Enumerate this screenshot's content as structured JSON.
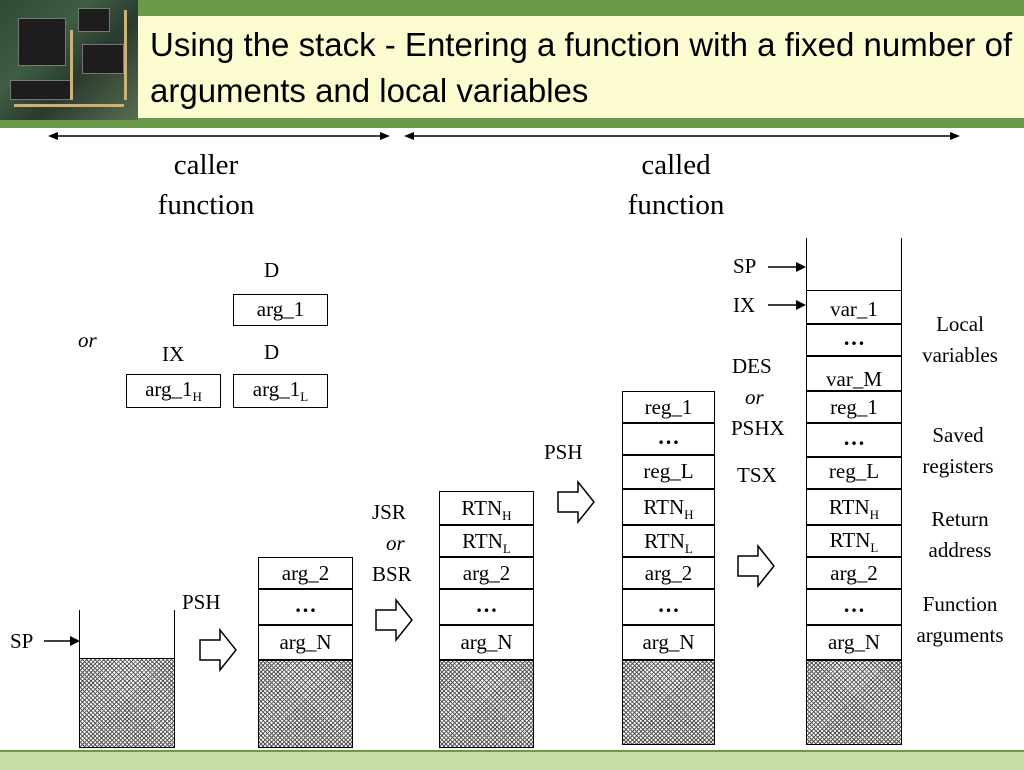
{
  "title": "Using the stack - Entering a function with a fixed number of arguments and local variables",
  "sections": {
    "caller_line1": "caller",
    "caller_line2": "function",
    "called_line1": "called",
    "called_line2": "function"
  },
  "legend": {
    "d_top": "D",
    "arg1": "arg_1",
    "or": "or",
    "ix": "IX",
    "d_bottom": "D",
    "arg1h": "arg_1",
    "arg1h_sub": "H",
    "arg1l": "arg_1",
    "arg1l_sub": "L"
  },
  "labels": {
    "sp": "SP",
    "psh1": "PSH",
    "jsr": "JSR",
    "jsr_or": "or",
    "bsr": "BSR",
    "psh2": "PSH",
    "sp2": "SP",
    "ix2": "IX",
    "des": "DES",
    "des_or": "or",
    "pshx": "PSHX",
    "tsx": "TSX"
  },
  "cells": {
    "arg2": "arg_2",
    "argn": "arg_N",
    "dots": "…",
    "rtn": "RTN",
    "rtn_h": "H",
    "rtn_l": "L",
    "reg1": "reg_1",
    "regl": "reg_L",
    "var1": "var_1",
    "varm": "var_M"
  },
  "annotations": {
    "local1": "Local",
    "local2": "variables",
    "saved1": "Saved",
    "saved2": "registers",
    "return1": "Return",
    "return2": "address",
    "func1": "Function",
    "func2": "arguments"
  }
}
